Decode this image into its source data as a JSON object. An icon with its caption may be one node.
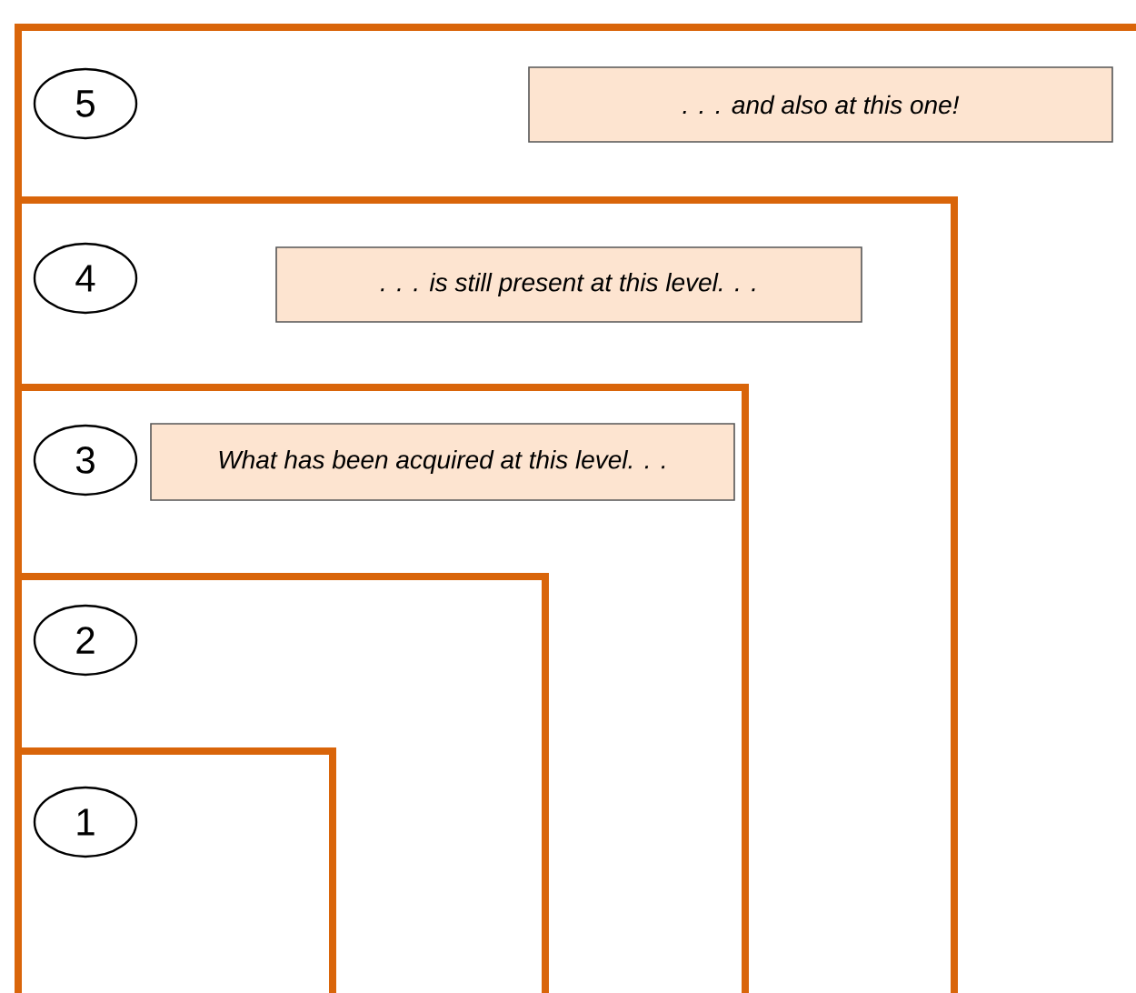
{
  "diagram": {
    "nodes": [
      {
        "text": [],
        "shape": "box"
      },
      {
        "text": [
          "5"
        ],
        "in": 0
      },
      {
        "text": [
          ". . . and also at this one!"
        ],
        "in": 0
      },
      {
        "text": [],
        "shape": "box",
        "in": 0
      },
      {
        "text": [
          "4"
        ],
        "in": 3
      },
      {
        "text": [
          ". . . is still present at this level. . ."
        ],
        "in": 3
      },
      {
        "text": [],
        "shape": "box",
        "in": 3
      },
      {
        "text": [
          "3"
        ],
        "in": 6
      },
      {
        "text": [
          "What has been acquired at this level. . ."
        ],
        "in": 6
      },
      {
        "text": [],
        "shape": "box",
        "in": 6
      },
      {
        "text": [
          "2"
        ],
        "in": 9
      },
      {
        "text": [],
        "shape": "box",
        "in": 9
      },
      {
        "text": [
          "1"
        ],
        "in": 11
      }
    ]
  }
}
